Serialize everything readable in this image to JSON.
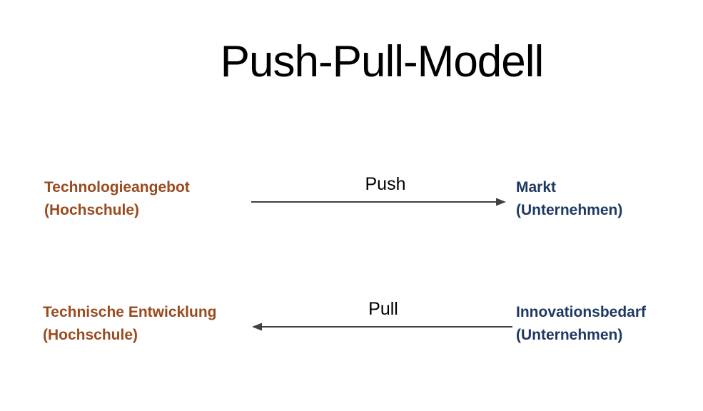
{
  "slide": {
    "title": "Push-Pull-Modell"
  },
  "push_row": {
    "arrow_label": "Push",
    "arrow_direction": "left-to-right",
    "left": {
      "line1": "Technologieangebot",
      "line2": "(Hochschule)"
    },
    "right": {
      "line1": "Markt",
      "line2": "(Unternehmen)"
    }
  },
  "pull_row": {
    "arrow_label": "Pull",
    "arrow_direction": "right-to-left",
    "left": {
      "line1": "Technische Entwicklung",
      "line2": "(Hochschule)"
    },
    "right": {
      "line1": "Innovationsbedarf",
      "line2": "(Unternehmen)"
    }
  },
  "colors": {
    "hochschule_text": "#9A4A1E",
    "unternehmen_text": "#1F3864",
    "arrow": "#404040",
    "title_text": "#000000",
    "background": "#FFFFFF"
  }
}
